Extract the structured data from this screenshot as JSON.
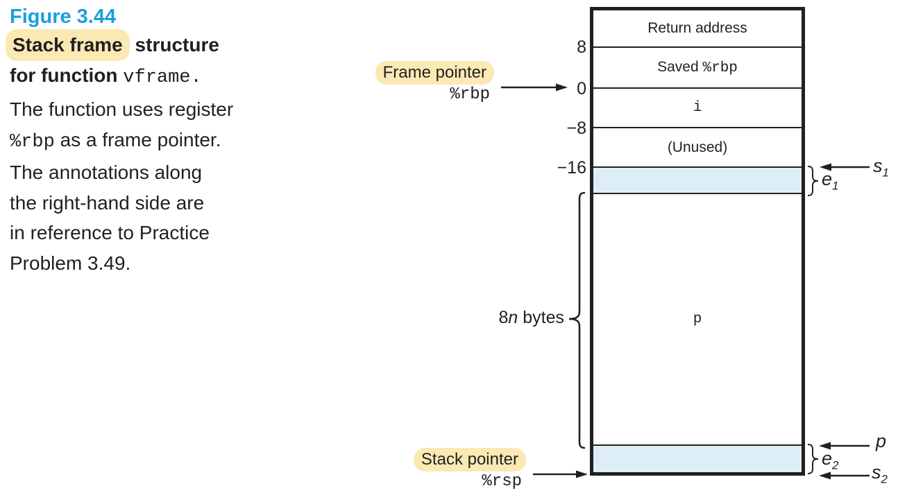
{
  "colors": {
    "figure_blue": "#1a9fde",
    "highlight": "#fbe9b4",
    "cell_shade": "#ddeef7",
    "ink": "#231f20"
  },
  "caption": {
    "figure_label": "Figure 3.44",
    "title_highlight": "Stack frame",
    "title_rest": " structure",
    "title_line2_bold": "for function ",
    "title_line2_code": "vframe.",
    "body_line1": "The function uses register",
    "body_line2_code": "%rbp",
    "body_line2_rest": " as a frame pointer.",
    "body_line3": "The annotations along",
    "body_line4": "the right-hand side are",
    "body_line5": "in reference to Practice",
    "body_line6": "Problem 3.49."
  },
  "diagram": {
    "cells": {
      "return_address": "Return address",
      "saved_prefix": "Saved ",
      "saved_register": "%rbp",
      "var_i": "i",
      "unused": "(Unused)",
      "var_p": "p"
    },
    "offsets": [
      "8",
      "0",
      "−8",
      "−16"
    ],
    "frame_pointer": {
      "label": "Frame pointer",
      "register": "%rbp"
    },
    "stack_pointer": {
      "label": "Stack pointer",
      "register": "%rsp"
    },
    "size_label": {
      "pre": "8",
      "italic": "n",
      "post": " bytes"
    },
    "annotations": {
      "s1": {
        "base": "s",
        "sub": "1"
      },
      "e1": {
        "base": "e",
        "sub": "1"
      },
      "p": {
        "base": "p"
      },
      "e2": {
        "base": "e",
        "sub": "2"
      },
      "s2": {
        "base": "s",
        "sub": "2"
      }
    }
  }
}
